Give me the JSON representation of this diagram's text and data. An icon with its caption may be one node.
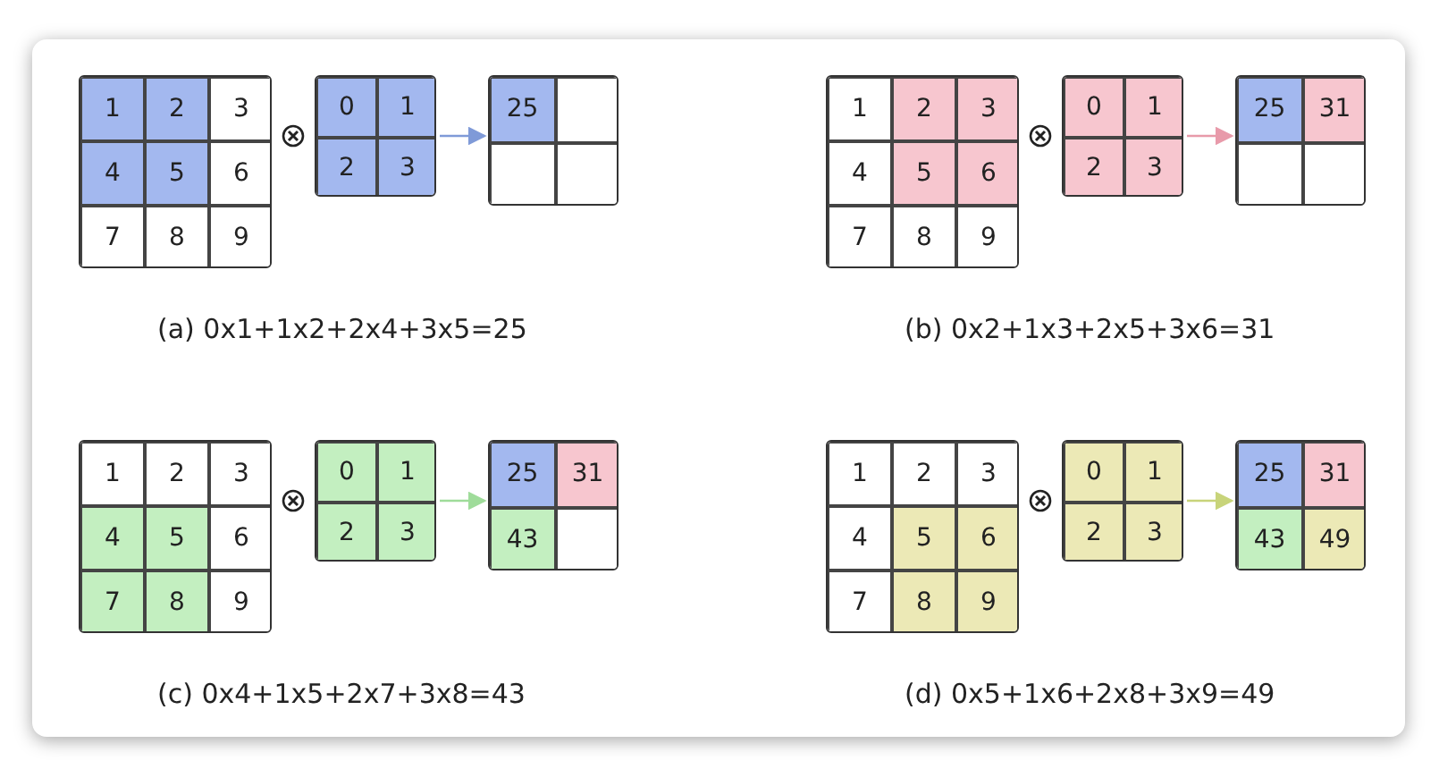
{
  "diagram": {
    "nodes": [
      {
        "text": [
          "1",
          "2",
          "3",
          "4",
          "5",
          "6",
          "7",
          "8",
          "9"
        ]
      },
      {
        "text": [
          "0",
          "1",
          "2",
          "3"
        ]
      },
      {
        "text": [
          "25"
        ]
      },
      {
        "text": [
          "1",
          "2",
          "3",
          "4",
          "5",
          "6",
          "7",
          "8",
          "9"
        ]
      },
      {
        "text": [
          "0",
          "1",
          "2",
          "3"
        ]
      },
      {
        "text": [
          "25",
          "31"
        ]
      },
      {
        "text": [
          "1",
          "2",
          "3",
          "4",
          "5",
          "6",
          "7",
          "8",
          "9"
        ]
      },
      {
        "text": [
          "0",
          "1",
          "2",
          "3"
        ]
      },
      {
        "text": [
          "25",
          "31",
          "43"
        ]
      },
      {
        "text": [
          "1",
          "2",
          "3",
          "4",
          "5",
          "6",
          "7",
          "8",
          "9"
        ]
      },
      {
        "text": [
          "0",
          "1",
          "2",
          "3"
        ]
      },
      {
        "text": [
          "25",
          "31",
          "43",
          "49"
        ]
      }
    ],
    "edges": [
      {
        "from": 1,
        "to": 2,
        "arrow": "to",
        "color": "#7f9ad8"
      },
      {
        "from": 4,
        "to": 5,
        "arrow": "to",
        "color": "#e89aaa"
      },
      {
        "from": 7,
        "to": 8,
        "arrow": "to",
        "color": "#9fdc9a"
      },
      {
        "from": 10,
        "to": 11,
        "arrow": "to",
        "color": "#c8d47a"
      }
    ],
    "labels": [
      "(a) 0x1+1x2+2x4+3x5=25",
      "(b) 0x2+1x3+2x5+3x6=31",
      "(c) 0x4+1x5+2x7+3x8=43",
      "(d) 0x5+1x6+2x8+3x9=49"
    ]
  }
}
